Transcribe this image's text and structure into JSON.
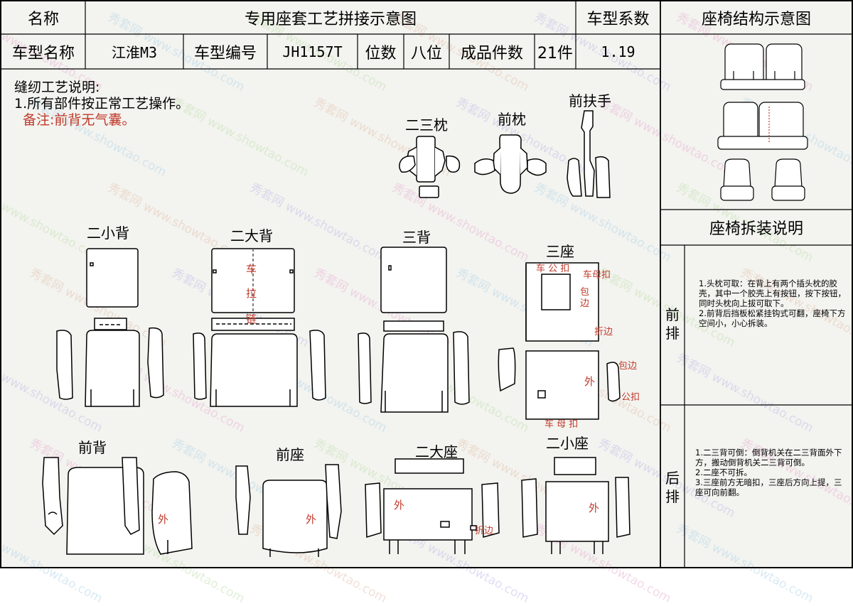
{
  "header": {
    "name_label": "名称",
    "title": "专用座套工艺拼接示意图",
    "coef_label": "车型系数",
    "struct_title": "座椅结构示意图"
  },
  "info_row": {
    "model_name_label": "车型名称",
    "model_name": "江淮M3",
    "model_code_label": "车型编号",
    "model_code": "JH1157T",
    "seats_label": "位数",
    "seats": "八位",
    "pieces_label": "成品件数",
    "pieces": "21件",
    "coef": "1.19"
  },
  "notes": {
    "title": "缝纫工艺说明:",
    "item1": "1.所有部件按正常工艺操作。",
    "remark": "备注:前背无气囊。"
  },
  "parts": {
    "p23_pillow": "二三枕",
    "front_pillow": "前枕",
    "front_armrest": "前扶手",
    "back2_small": "二小背",
    "back2_big": "二大背",
    "back3": "三背",
    "seat3": "三座",
    "front_back": "前背",
    "front_seat": "前座",
    "seat2_big": "二大座",
    "seat2_small": "二小座"
  },
  "annotations": {
    "zip1": "车",
    "zip2": "拉",
    "zip3": "链",
    "car_buckle": "车 公 扣",
    "female_buckle": "车母扣",
    "wrap1": "包",
    "wrap2": "边",
    "fold_edge": "折边",
    "outer": "外",
    "wrap_edge": "包边",
    "male_buckle": "公扣",
    "car_female": "车 母 扣",
    "fold_edge2": "折边"
  },
  "disassembly": {
    "title": "座椅拆装说明",
    "front_label1": "前",
    "front_label2": "排",
    "front_text": "1.头枕可取：在背上有两个插头枕的胶壳，其中一个胶壳上有按钮，按下按钮，同时头枕向上拔可取下。\n2.前背后挡板松紧挂钩式可翻，座椅下方空间小，小心拆装。",
    "rear_label1": "后",
    "rear_label2": "排",
    "rear_text": "1.二三背可倒：倒背机关在二三背面外下方，搬动倒背机关二三背可倒。\n2.二座不可拆。\n3.三座前方无暗扣，三座后方向上提，三座可向前翻。"
  },
  "watermark": {
    "brand": "秀套网",
    "url": "www.showtao.com"
  }
}
